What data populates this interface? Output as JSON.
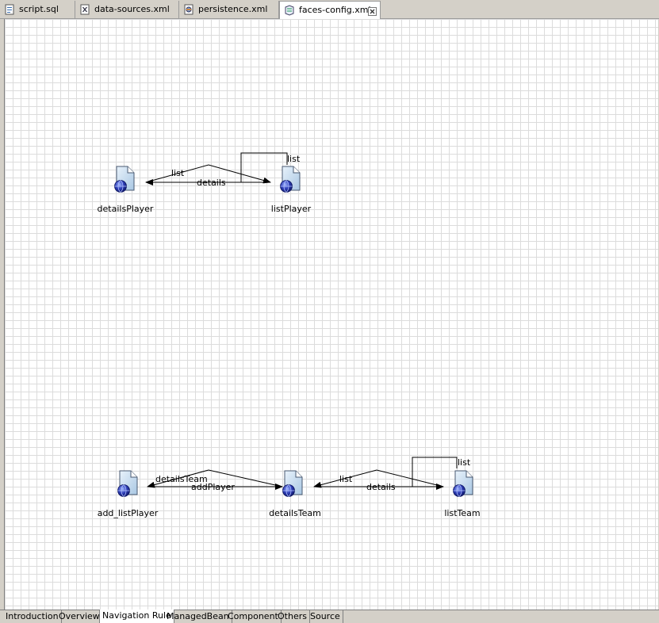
{
  "editor_tabs": [
    {
      "label": "script.sql",
      "icon": "sql-file-icon",
      "active": false
    },
    {
      "label": "data-sources.xml",
      "icon": "xml-file-icon",
      "active": false
    },
    {
      "label": "persistence.xml",
      "icon": "persistence-file-icon",
      "active": false
    },
    {
      "label": "faces-config.xml",
      "icon": "faces-config-icon",
      "active": true
    }
  ],
  "diagram": {
    "nodes": [
      {
        "id": "detailsPlayer",
        "label": "detailsPlayer"
      },
      {
        "id": "listPlayer",
        "label": "listPlayer"
      },
      {
        "id": "add_listPlayer",
        "label": "add_listPlayer"
      },
      {
        "id": "detailsTeam",
        "label": "detailsTeam"
      },
      {
        "id": "listTeam",
        "label": "listTeam"
      }
    ],
    "edges": [
      {
        "from": "detailsPlayer",
        "to": "listPlayer",
        "label": "list"
      },
      {
        "from": "listPlayer",
        "to": "detailsPlayer",
        "label": "details"
      },
      {
        "from": "listPlayer",
        "to": "listPlayer",
        "label": "list"
      },
      {
        "from": "detailsTeam",
        "to": "add_listPlayer",
        "label": "detailsTeam"
      },
      {
        "from": "add_listPlayer",
        "to": "detailsTeam",
        "label": "addPlayer"
      },
      {
        "from": "listTeam",
        "to": "detailsTeam",
        "label": "list"
      },
      {
        "from": "detailsTeam",
        "to": "listTeam",
        "label": "details"
      },
      {
        "from": "listTeam",
        "to": "listTeam",
        "label": "list"
      }
    ]
  },
  "page_tabs": [
    {
      "label": "Introduction",
      "active": false
    },
    {
      "label": "Overview",
      "active": false
    },
    {
      "label": "Navigation Rule",
      "active": true
    },
    {
      "label": "ManagedBean",
      "active": false
    },
    {
      "label": "Component",
      "active": false
    },
    {
      "label": "Others",
      "active": false
    },
    {
      "label": "Source",
      "active": false
    }
  ],
  "colors": {
    "grid": "#dcdcdc",
    "page_icon_fill": "#cfe3f5",
    "globe": "#2f3fb8"
  }
}
